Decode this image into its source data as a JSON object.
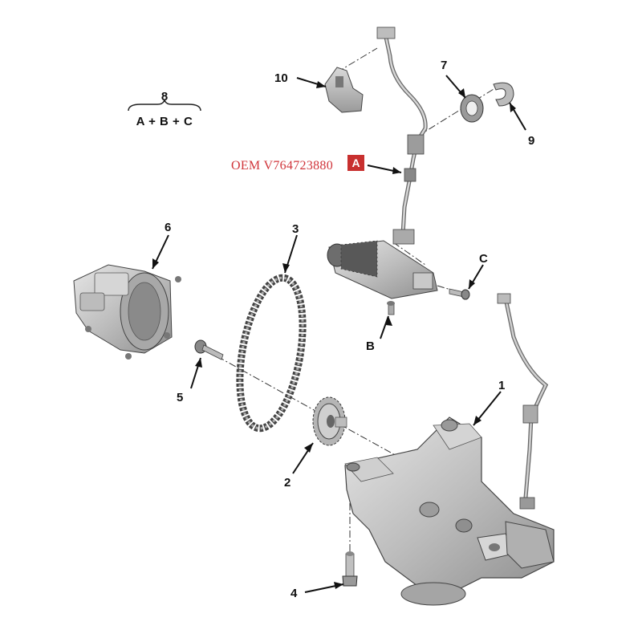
{
  "legend": {
    "number": "8",
    "formula": "A + B + C"
  },
  "oem_label": "OEM V764723880",
  "callouts": {
    "c1": "1",
    "c2": "2",
    "c3": "3",
    "c4": "4",
    "c5": "5",
    "c6": "6",
    "c7": "7",
    "c9": "9",
    "c10": "10",
    "cA": "A",
    "cB": "B",
    "cC": "C"
  },
  "colors": {
    "part_fill": "#c7c7c7",
    "part_dark": "#7d7d7d",
    "line": "#222222",
    "accent": "#c8302f",
    "oem_text": "#d0343a"
  }
}
